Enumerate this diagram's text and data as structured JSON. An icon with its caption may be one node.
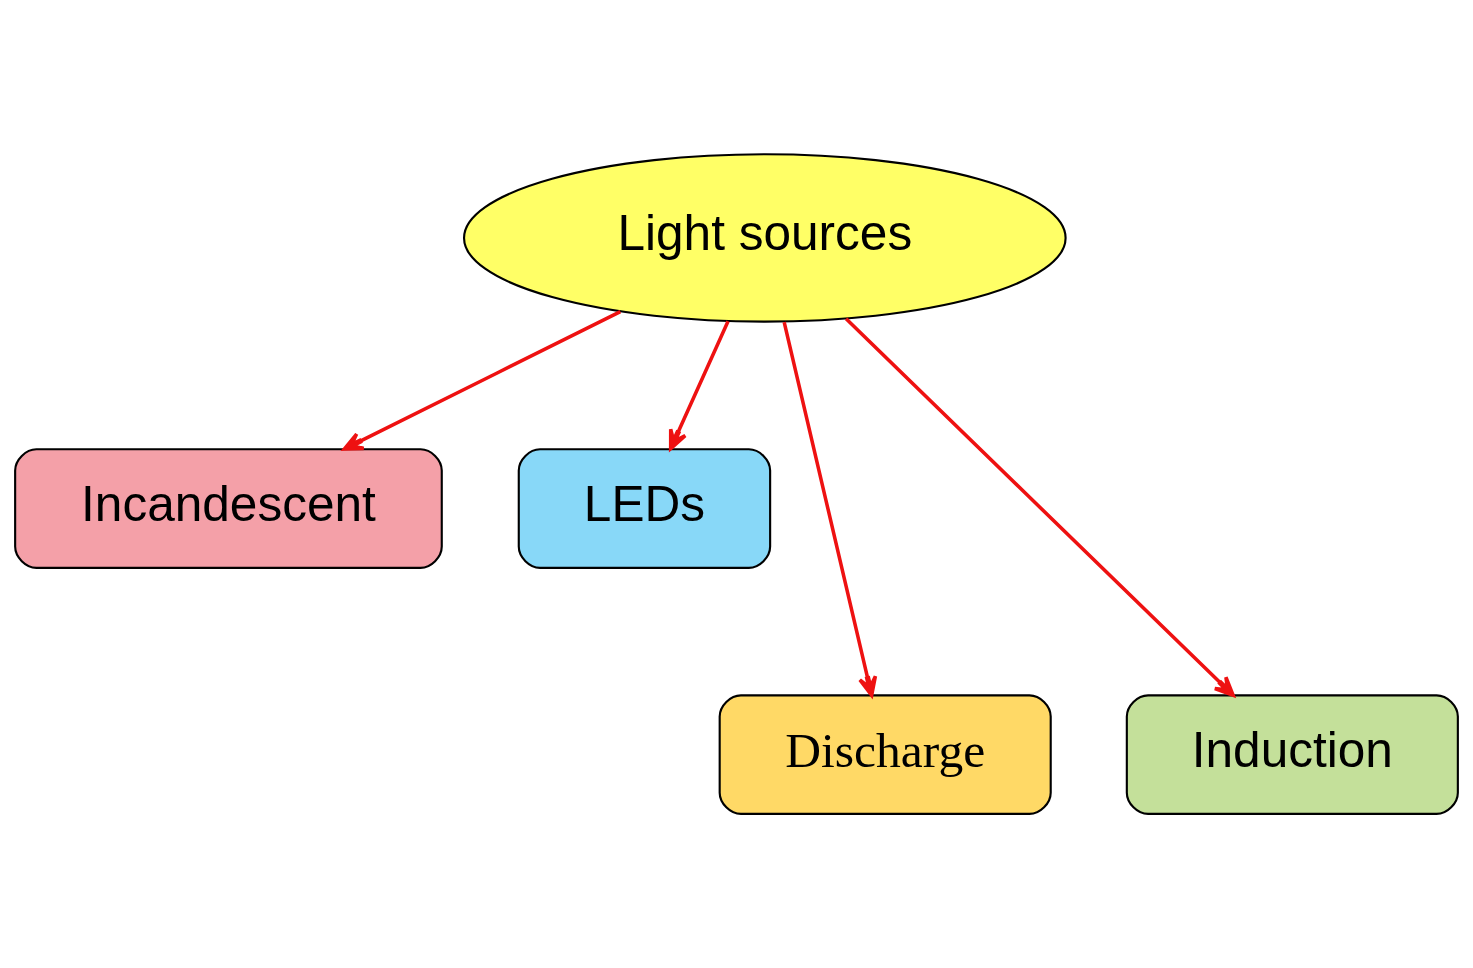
{
  "diagram": {
    "nodes": [
      {
        "text": [
          "Light sources"
        ]
      },
      {
        "text": [
          "Incandescent"
        ]
      },
      {
        "text": [
          "LEDs"
        ]
      },
      {
        "text": [
          "Discharge"
        ]
      },
      {
        "text": [
          "Induction"
        ]
      }
    ],
    "edges": [
      {
        "from": 0,
        "to": 1,
        "arrow": "to"
      },
      {
        "from": 0,
        "to": 3,
        "arrow": "to"
      },
      {
        "from": 0,
        "to": 4,
        "arrow": "to"
      },
      {
        "from": 0,
        "to": 2,
        "arrow": "to"
      }
    ]
  }
}
